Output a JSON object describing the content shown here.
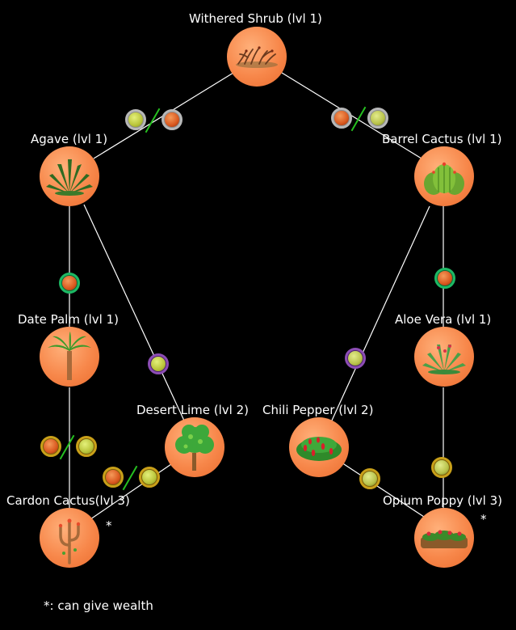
{
  "nodes": {
    "withered_shrub": {
      "label": "Withered Shrub (lvl 1)"
    },
    "agave": {
      "label": "Agave (lvl 1)"
    },
    "barrel_cactus": {
      "label": "Barrel Cactus (lvl 1)"
    },
    "date_palm": {
      "label": "Date Palm (lvl 1)"
    },
    "aloe_vera": {
      "label": "Aloe Vera (lvl 1)"
    },
    "desert_lime": {
      "label": "Desert Lime (lvl 2)"
    },
    "chili_pepper": {
      "label": "Chili Pepper (lvl 2)"
    },
    "cardon_cactus": {
      "label": "Cardon Cactus(lvl 3)",
      "marker": "*"
    },
    "opium_poppy": {
      "label": "Opium Poppy (lvl 3)",
      "marker": "*"
    }
  },
  "legend": {
    "text": "*: can give wealth"
  },
  "colors": {
    "node_fill": "#f7874a",
    "link_line": "#ffffff",
    "slash": "#26c020",
    "ring_grey": "#b8b8b8",
    "ring_green": "#1db964",
    "ring_purple": "#8c4db4",
    "ring_gold": "#c9a019"
  },
  "badges": {
    "shrub_agave_left": "growth-icon",
    "shrub_agave_right": "fire-icon",
    "shrub_barrel_left": "fire-icon",
    "shrub_barrel_right": "skull-icon",
    "agave_date": "fire-icon",
    "barrel_aloe": "fire-icon",
    "agave_lime": "growth-icon",
    "barrel_chili": "skull-icon",
    "date_cardon_left": "fire-icon",
    "date_cardon_right": "growth-icon",
    "lime_cardon_left": "fire-icon",
    "lime_cardon_right": "growth-icon",
    "chili_poppy": "skull-icon",
    "aloe_poppy": "skull-icon"
  }
}
